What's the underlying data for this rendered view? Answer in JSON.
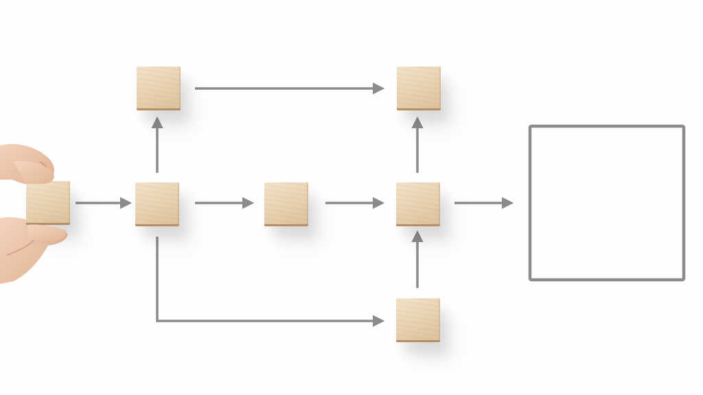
{
  "diagram": {
    "background_color": "#fefefe",
    "connector_color": "#8c8c8c",
    "block_color": "#ead5b5",
    "nodes": [
      {
        "id": "start-block",
        "kind": "wooden-block",
        "held_by_hand": true
      },
      {
        "id": "block-branch",
        "kind": "wooden-block"
      },
      {
        "id": "block-top-left",
        "kind": "wooden-block"
      },
      {
        "id": "block-middle",
        "kind": "wooden-block"
      },
      {
        "id": "block-top-right",
        "kind": "wooden-block"
      },
      {
        "id": "block-merge",
        "kind": "wooden-block"
      },
      {
        "id": "block-bottom-right",
        "kind": "wooden-block"
      },
      {
        "id": "outcome-box",
        "kind": "empty-square-outline"
      }
    ],
    "edges": [
      {
        "from": "start-block",
        "to": "block-branch"
      },
      {
        "from": "block-branch",
        "to": "block-top-left"
      },
      {
        "from": "block-branch",
        "to": "block-middle"
      },
      {
        "from": "block-branch",
        "to": "block-bottom-right"
      },
      {
        "from": "block-top-left",
        "to": "block-top-right"
      },
      {
        "from": "block-middle",
        "to": "block-merge"
      },
      {
        "from": "block-merge",
        "to": "block-top-right"
      },
      {
        "from": "block-bottom-right",
        "to": "block-merge"
      },
      {
        "from": "block-merge",
        "to": "outcome-box"
      }
    ]
  }
}
